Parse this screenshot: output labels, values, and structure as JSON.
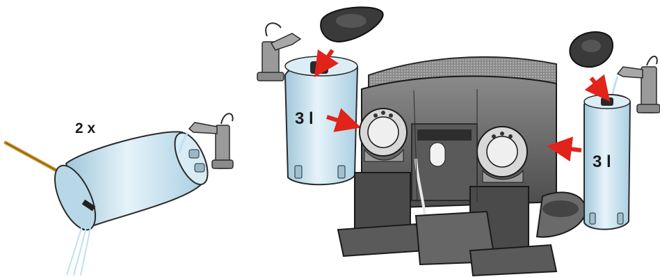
{
  "labels": {
    "rinse_count": "2 x",
    "left_tank_volume": "3 l",
    "right_tank_volume": "3 l"
  },
  "colors": {
    "arrow": "#e2231a",
    "water_tank": "#cfe6f2",
    "machine_body": "#6e6e6e",
    "machine_dark": "#3a3a3a",
    "faucet": "#9a9a9a",
    "cleaning_brush_handle": "#c8922a",
    "cleaning_brush_head": "#c8202a"
  },
  "icons": [
    "faucet-icon",
    "water-tank-icon",
    "tank-lid-icon",
    "arrow-icon",
    "coffee-machine-icon",
    "cleaning-brush-icon"
  ]
}
